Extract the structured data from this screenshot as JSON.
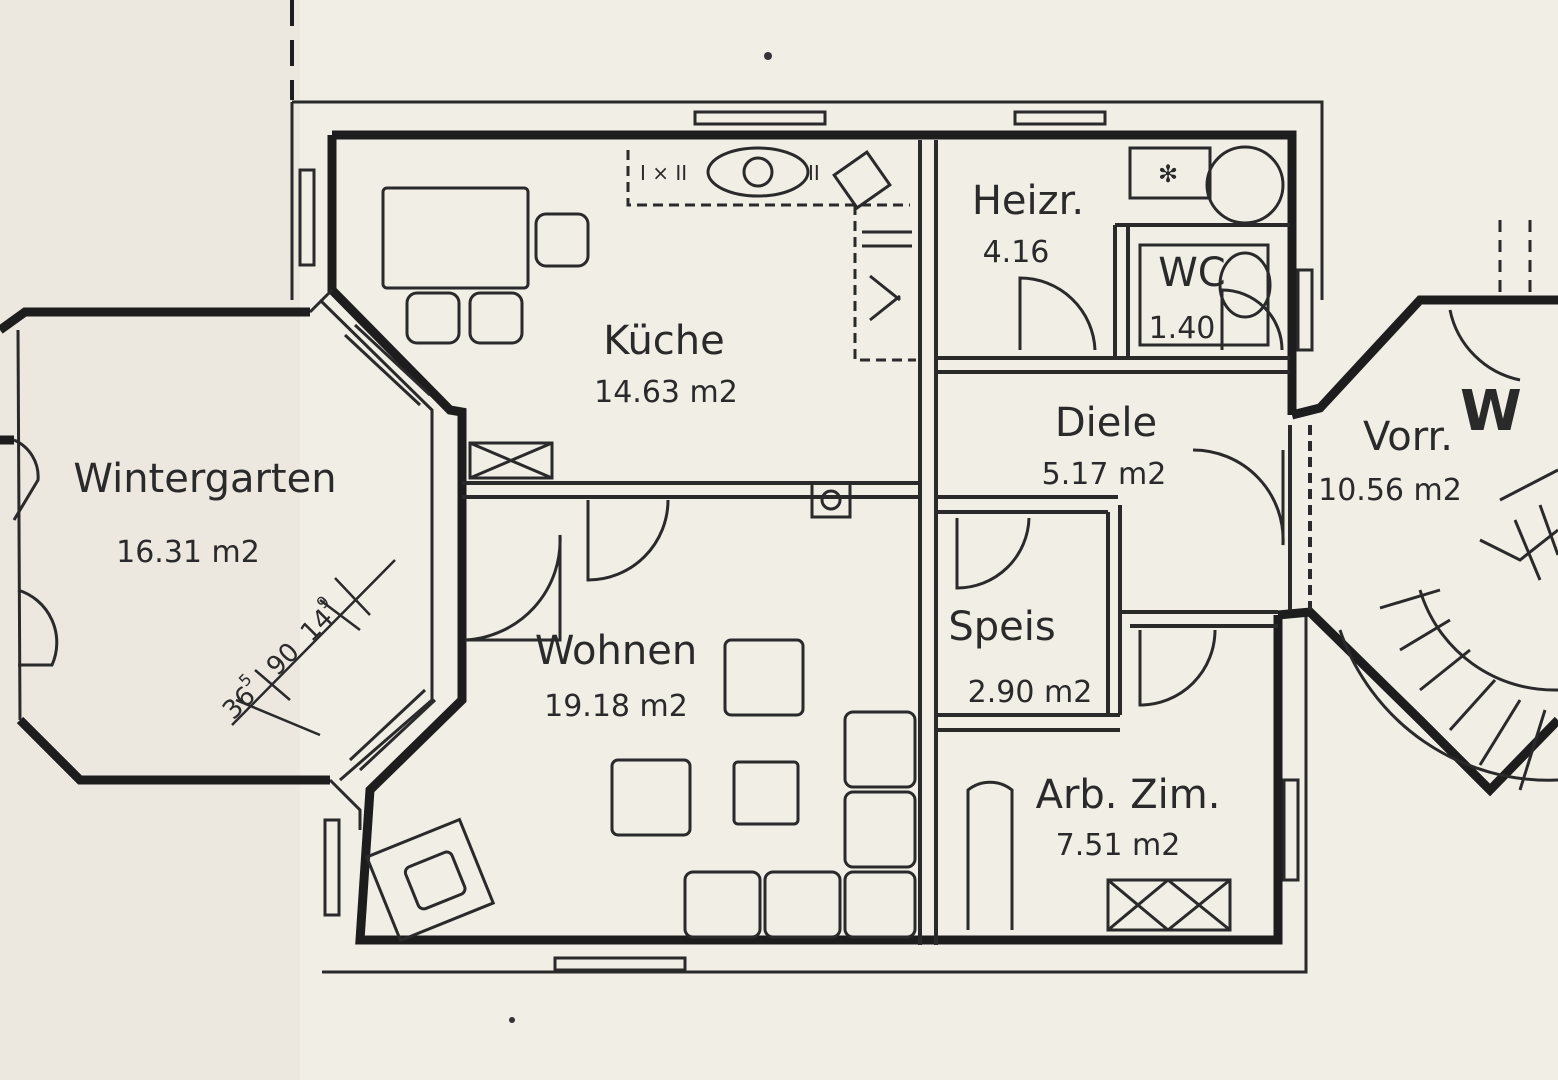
{
  "colors": {
    "paper": "#f1eee6",
    "ink": "#1d1d1d"
  },
  "rooms": {
    "kueche": {
      "name": "Küche",
      "area": "14.63 m2"
    },
    "heizraum": {
      "name": "Heizr.",
      "area": "4.16"
    },
    "wc": {
      "name": "WC",
      "area": "1.40"
    },
    "wintergarten": {
      "name": "Wintergarten",
      "area": "16.31 m2"
    },
    "diele": {
      "name": "Diele",
      "area": "5.17 m2"
    },
    "vorraum": {
      "name": "Vorr.",
      "area": "10.56 m2"
    },
    "wohnen": {
      "name": "Wohnen",
      "area": "19.18 m2"
    },
    "speis": {
      "name": "Speis",
      "area": "2.90 m2"
    },
    "arbeitszimmer": {
      "name": "Arb. Zim.",
      "area": "7.51 m2"
    }
  },
  "dimensions": {
    "d1": "36",
    "d1_sup": "5",
    "d2": "90",
    "d3": "14",
    "d3_sup": "9"
  },
  "cutoff_text": "W"
}
